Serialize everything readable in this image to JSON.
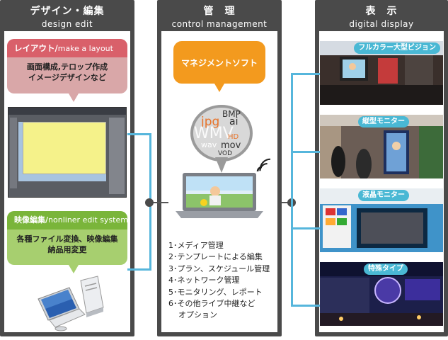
{
  "columns": {
    "design": {
      "title_jp": "デザイン・編集",
      "title_en": "design  edit"
    },
    "management": {
      "title_jp": "管　理",
      "title_en": "control  management"
    },
    "display": {
      "title_jp": "表　示",
      "title_en": "digital display"
    }
  },
  "layout_bubble": {
    "head_jp": "レイアウト/",
    "head_en": "make a layout",
    "line1": "画面構成,テロップ作成",
    "line2": "イメージデザインなど"
  },
  "edit_bubble": {
    "head_jp": "映像編集/",
    "head_en": "nonliner edit system",
    "line1": "各種ファイル変換、映像編集",
    "line2": "納品用変更"
  },
  "management_bubble": {
    "title": "マネジメントソフト"
  },
  "formats": [
    "jpg",
    "BMP",
    "ai",
    "WMV",
    "HD",
    "wav",
    "mov",
    "VOD"
  ],
  "management_list": [
    "1･メディア管理",
    "2･テンプレートによる編集",
    "3･プラン、スケジュール管理",
    "4･ネットワーク管理",
    "5･モニタリング、レポート",
    "6･その他ライブ中継など",
    "オプション"
  ],
  "displays": [
    {
      "label": "フルカラー大型ビジョン"
    },
    {
      "label": "縦型モニター"
    },
    {
      "label": "液晶モニター"
    },
    {
      "label": "特殊タイプ"
    }
  ],
  "colors": {
    "header_bg": "#4a4a4a",
    "layout_accent": "#d9606a",
    "edit_accent": "#7ab53a",
    "management_accent": "#f39a1e",
    "display_label": "#4ab8d4",
    "connector": "#56b6dc"
  },
  "icons": [
    "computer-icon",
    "laptop-icon",
    "wifi-icon"
  ]
}
